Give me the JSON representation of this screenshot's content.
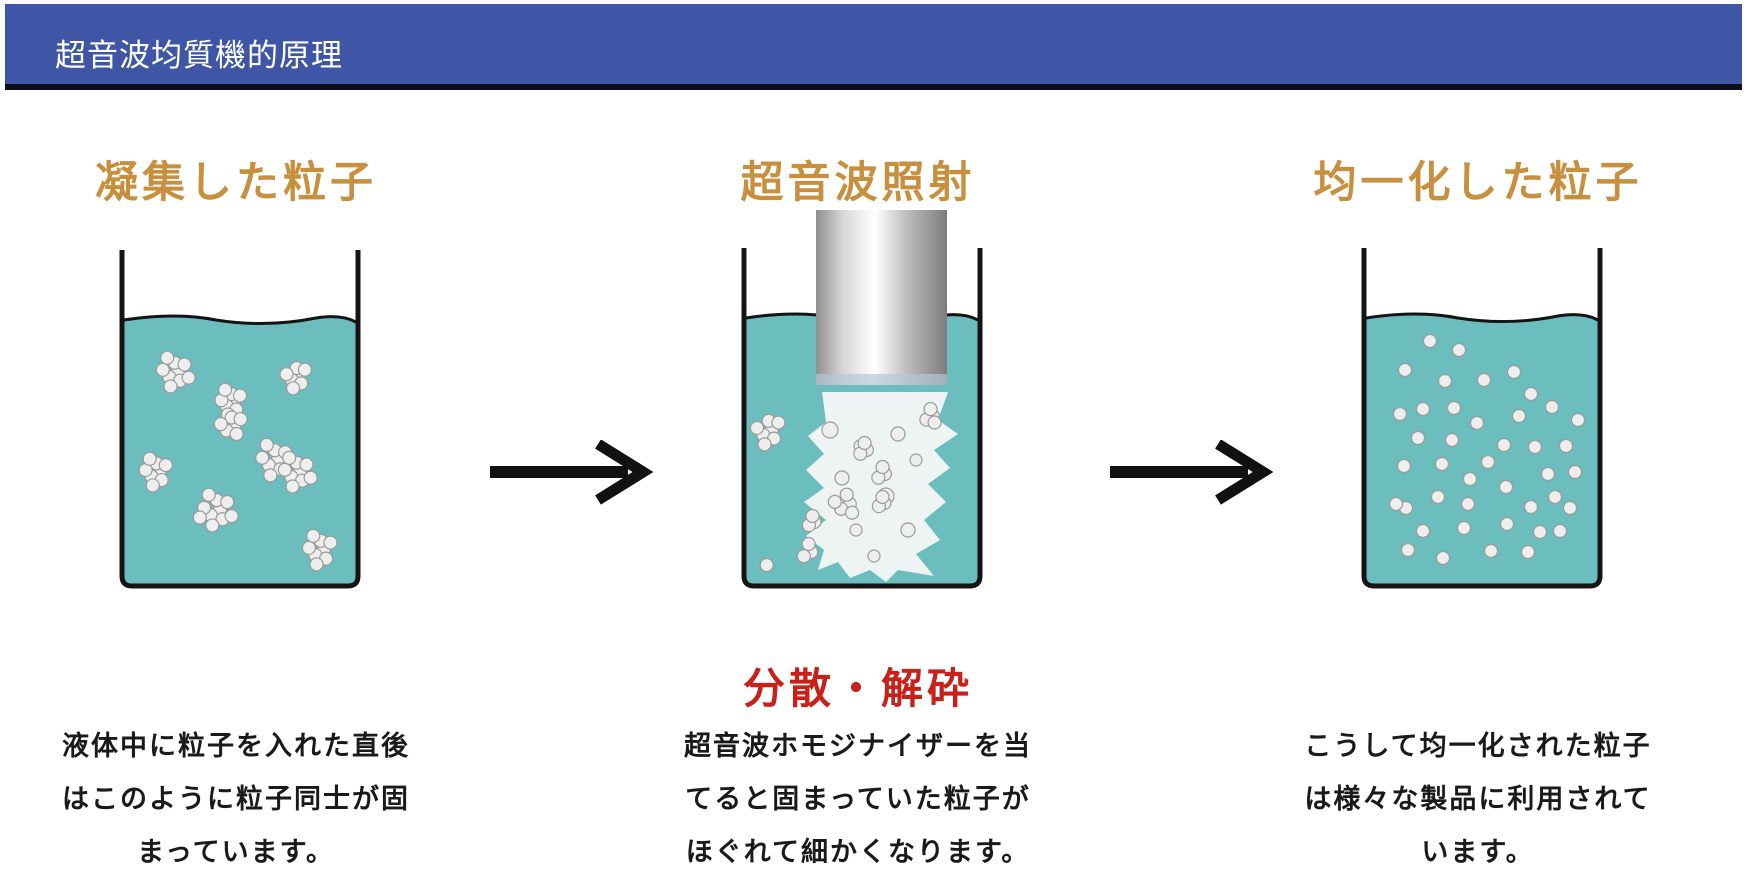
{
  "header": {
    "title": "超音波均質機的原理"
  },
  "panels": [
    {
      "heading": "凝集した粒子",
      "desc": [
        "液体中に粒子を入れた直後",
        "はこのように粒子同士が固",
        "まっています。"
      ]
    },
    {
      "heading": "超音波照射",
      "result_label": "分散・解砕",
      "desc": [
        "超音波ホモジナイザーを当",
        "てると固まっていた粒子が",
        "ほぐれて細かくなります。"
      ]
    },
    {
      "heading": "均一化した粒子",
      "desc": [
        "こうして均一化された粒子",
        "は様々な製品に利用されて",
        "います。"
      ]
    }
  ],
  "colors": {
    "header_bg": "#3f56a7",
    "liquid": "#6cbdbd",
    "heading": "#c8903e",
    "label_red": "#c8211a"
  }
}
